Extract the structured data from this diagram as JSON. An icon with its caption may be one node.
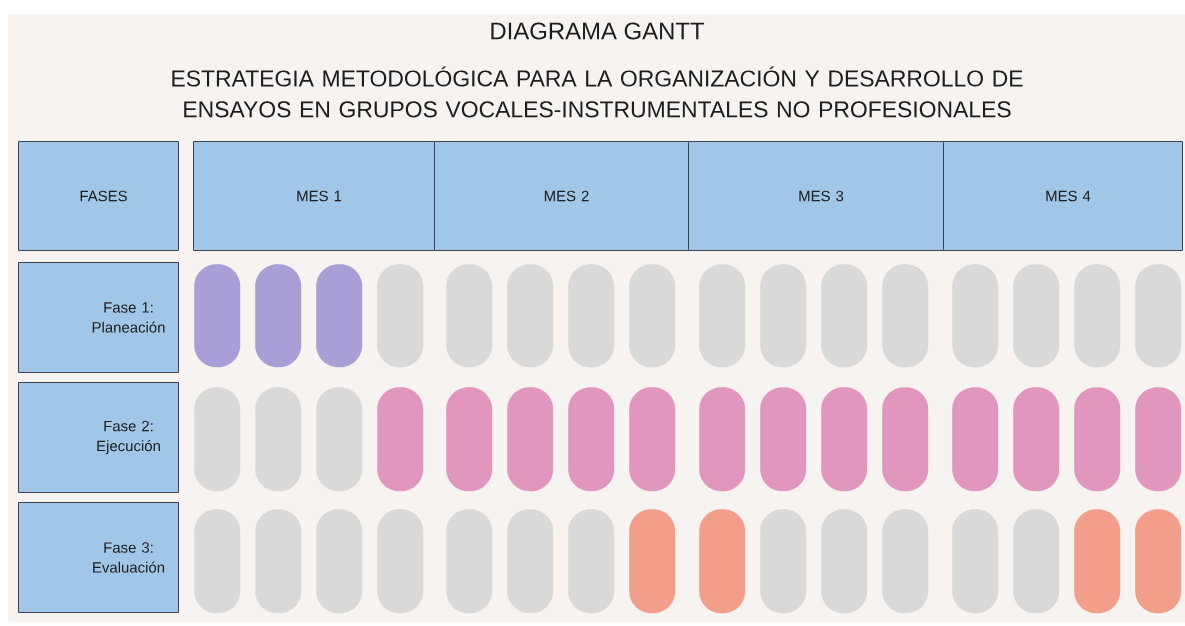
{
  "diagram": {
    "title": "DIAGRAMA GANTT",
    "labels": [
      "ESTRATEGIA METODOLÓGICA PARA LA ORGANIZACIÓN Y DESARROLLO DE ENSAYOS EN GRUPOS VOCALES-INSTRUMENTALES NO PROFESIONALES"
    ],
    "nodes": [
      {
        "text": [
          "FASES"
        ]
      },
      {
        "text": [
          "MES 1"
        ]
      },
      {
        "text": [
          "MES 2"
        ]
      },
      {
        "text": [
          "MES 3"
        ]
      },
      {
        "text": [
          "MES 4"
        ]
      },
      {
        "text": [
          "Fase 1: Planeación"
        ]
      },
      {
        "text": [],
        "shape": "bar"
      },
      {
        "text": [],
        "shape": "bar"
      },
      {
        "text": [],
        "shape": "bar"
      },
      {
        "text": [],
        "shape": "bar"
      },
      {
        "text": [],
        "shape": "bar"
      },
      {
        "text": [],
        "shape": "bar"
      },
      {
        "text": [],
        "shape": "bar"
      },
      {
        "text": [],
        "shape": "bar"
      },
      {
        "text": [],
        "shape": "bar"
      },
      {
        "text": [],
        "shape": "bar"
      },
      {
        "text": [],
        "shape": "bar"
      },
      {
        "text": [],
        "shape": "bar"
      },
      {
        "text": [],
        "shape": "bar"
      },
      {
        "text": [],
        "shape": "bar"
      },
      {
        "text": [],
        "shape": "bar"
      },
      {
        "text": [],
        "shape": "bar"
      },
      {
        "text": [
          "Fase 2: Ejecución"
        ]
      },
      {
        "text": [],
        "shape": "bar"
      },
      {
        "text": [],
        "shape": "bar"
      },
      {
        "text": [],
        "shape": "bar"
      },
      {
        "text": [],
        "shape": "bar"
      },
      {
        "text": [],
        "shape": "bar"
      },
      {
        "text": [],
        "shape": "bar"
      },
      {
        "text": [],
        "shape": "bar"
      },
      {
        "text": [],
        "shape": "bar"
      },
      {
        "text": [],
        "shape": "bar"
      },
      {
        "text": [],
        "shape": "bar"
      },
      {
        "text": [],
        "shape": "bar"
      },
      {
        "text": [],
        "shape": "bar"
      },
      {
        "text": [],
        "shape": "bar"
      },
      {
        "text": [],
        "shape": "bar"
      },
      {
        "text": [],
        "shape": "bar"
      },
      {
        "text": [],
        "shape": "bar"
      },
      {
        "text": [
          "Fase 3: Evaluación"
        ]
      },
      {
        "text": [],
        "shape": "bar"
      },
      {
        "text": [],
        "shape": "bar"
      },
      {
        "text": [],
        "shape": "bar"
      },
      {
        "text": [],
        "shape": "bar"
      },
      {
        "text": [],
        "shape": "bar"
      },
      {
        "text": [],
        "shape": "bar"
      },
      {
        "text": [],
        "shape": "bar"
      },
      {
        "text": [],
        "shape": "bar"
      },
      {
        "text": [],
        "shape": "bar"
      },
      {
        "text": [],
        "shape": "bar"
      },
      {
        "text": [],
        "shape": "bar"
      },
      {
        "text": [],
        "shape": "bar"
      },
      {
        "text": [],
        "shape": "bar"
      },
      {
        "text": [],
        "shape": "bar"
      },
      {
        "text": [],
        "shape": "bar"
      },
      {
        "text": [],
        "shape": "bar"
      }
    ]
  }
}
